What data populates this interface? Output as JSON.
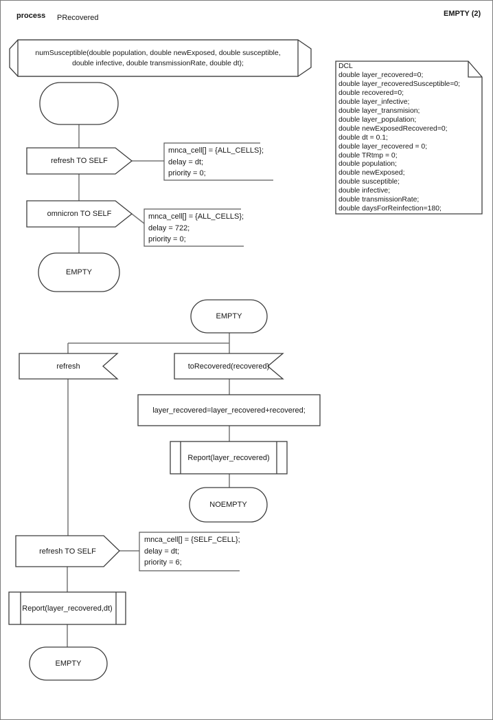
{
  "header": {
    "kind_label": "process",
    "process_name": "PRecovered",
    "page_label": "EMPTY (2)"
  },
  "signature": {
    "text": "numSusceptible(double population, double newExposed, double susceptible,\ndouble infective, double transmissionRate, double dt);"
  },
  "dcl_note": {
    "text": "DCL\ndouble layer_recovered=0;\ndouble layer_recoveredSusceptible=0;\ndouble recovered=0;\ndouble layer_infective;\ndouble layer_transmision;\ndouble layer_population;\ndouble newExposedRecovered=0;\ndouble dt = 0.1;\ndouble layer_recovered = 0;\ndouble TRtmp = 0;\ndouble population;\ndouble newExposed;\ndouble susceptible;\ndouble infective;\ndouble transmissionRate;\ndouble daysForReinfection=180;"
  },
  "flow_init": {
    "output_refresh": "refresh TO SELF",
    "comment_refresh": "mnca_cell[] = {ALL_CELLS};\ndelay = dt;\npriority = 0;",
    "output_omnicron": "omnicron TO SELF",
    "comment_omnicron": "mnca_cell[] = {ALL_CELLS};\ndelay = 722;\npriority = 0;",
    "state_empty": "EMPTY"
  },
  "flow_empty": {
    "state_empty": "EMPTY",
    "input_refresh": "refresh",
    "input_torecovered": "toRecovered(recovered)",
    "task_assign": "layer_recovered=layer_recovered+recovered;",
    "proc_report": "Report(layer_recovered)",
    "state_noempty": "NOEMPTY"
  },
  "flow_refresh": {
    "output_refresh": "refresh TO SELF",
    "comment_refresh": "mnca_cell[] = {SELF_CELL};\ndelay = dt;\npriority = 6;",
    "proc_report": "Report(layer_recovered,dt)",
    "state_empty": "EMPTY"
  },
  "colors": {
    "shape_stroke": "#3c3c3c",
    "connector_stroke": "#757575",
    "background": "#ffffff"
  }
}
